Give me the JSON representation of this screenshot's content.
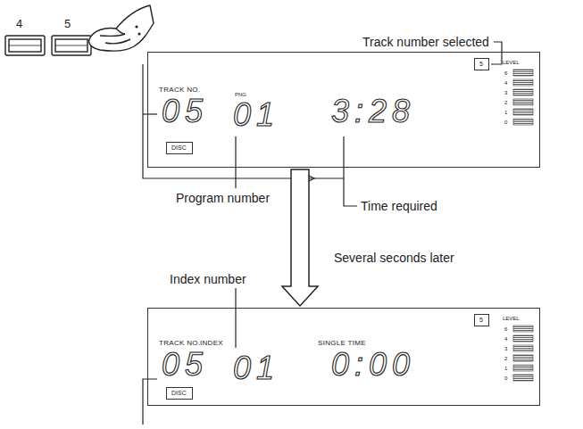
{
  "diagram": {
    "nodes": [
      {
        "text": [
          "TRACK NO.",
          "PNG",
          "05",
          "01",
          "3:28",
          "LEVEL",
          "6",
          "4",
          "3",
          "2",
          "1",
          "0"
        ]
      },
      {
        "text": [
          "DISC"
        ],
        "in": 0
      },
      {
        "text": [
          "5"
        ],
        "in": 0
      },
      {
        "text": [
          "TRACK NO.",
          "INDEX",
          "SINGLE TIME",
          "05",
          "01",
          "0:00",
          "LEVEL",
          "6",
          "4",
          "3",
          "2",
          "1",
          "0"
        ]
      },
      {
        "text": [
          "DISC"
        ],
        "in": 3
      },
      {
        "text": [
          "5"
        ],
        "in": 3
      }
    ],
    "edges": [
      {
        "from": 0,
        "to": 3,
        "arrow": "to",
        "label": "Several seconds later"
      }
    ],
    "labels": [
      "4",
      "5",
      "Track number selected",
      "Program number",
      "Time required",
      "Index number"
    ]
  }
}
